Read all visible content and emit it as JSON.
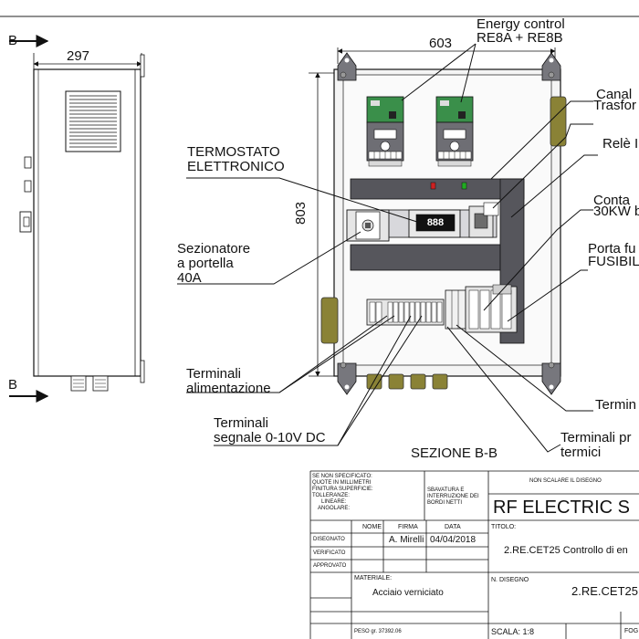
{
  "dimensions": {
    "side_width": "297",
    "front_width": "603",
    "front_height": "803"
  },
  "section_marks": {
    "top": "B-",
    "bottom": "B"
  },
  "display_text": "888",
  "labels": {
    "energy_control_1": "Energy control",
    "energy_control_2": "RE8A + RE8B",
    "canal": "Canal",
    "trasfor": "Trasfor",
    "rele": "Relè I",
    "conta_1": "Conta",
    "conta_2": "30KW b",
    "porta_1": "Porta fu",
    "porta_2": "FUSIBILI",
    "termostato_1": "TERMOSTATO",
    "termostato_2": "ELETTRONICO",
    "sezionatore_1": "Sezionatore",
    "sezionatore_2": "a portella",
    "sezionatore_3": "40A",
    "terminali_alim_1": "Terminali",
    "terminali_alim_2": "alimentazione",
    "terminali_segnale_1": "Terminali",
    "terminali_segnale_2": "segnale 0-10V DC",
    "termin_right": "Termin",
    "terminali_pr_1": "Terminali pr",
    "terminali_pr_2": "termici",
    "sezione": "SEZIONE B-B"
  },
  "title_block": {
    "notes": [
      "SE NON SPECIFICATO:",
      "QUOTE IN MILLIMETRI",
      "FINITURA SUPERFICIE:",
      "TOLLERANZE:",
      "LINEARE:",
      "ANGOLARE:"
    ],
    "sbavatura": [
      "SBAVATURA E",
      "INTERRUZIONE DEI",
      "BORDI NETTI"
    ],
    "non_scalare": "NON SCALARE IL DISEGNO",
    "company": "RF ELECTRIC S",
    "col_nome": "NOME",
    "col_firma": "FIRMA",
    "col_data": "DATA",
    "titolo_label": "TITOLO:",
    "rows": [
      "DISEGNATO",
      "VERIFICATO",
      "APPROVATO"
    ],
    "disegnato_firma": "A. Mirelli",
    "disegnato_data": "04/04/2018",
    "title_text": "2.RE.CET25 Controllo di en",
    "materiale_label": "MATERIALE:",
    "materiale_value": "Acciaio verniciato",
    "n_disegno_label": "N. DISEGNO",
    "n_disegno_value": "2.RE.CET25",
    "peso": "PESO gr. 37392.06",
    "scala": "SCALA: 1:8",
    "foglio": "FOG"
  }
}
